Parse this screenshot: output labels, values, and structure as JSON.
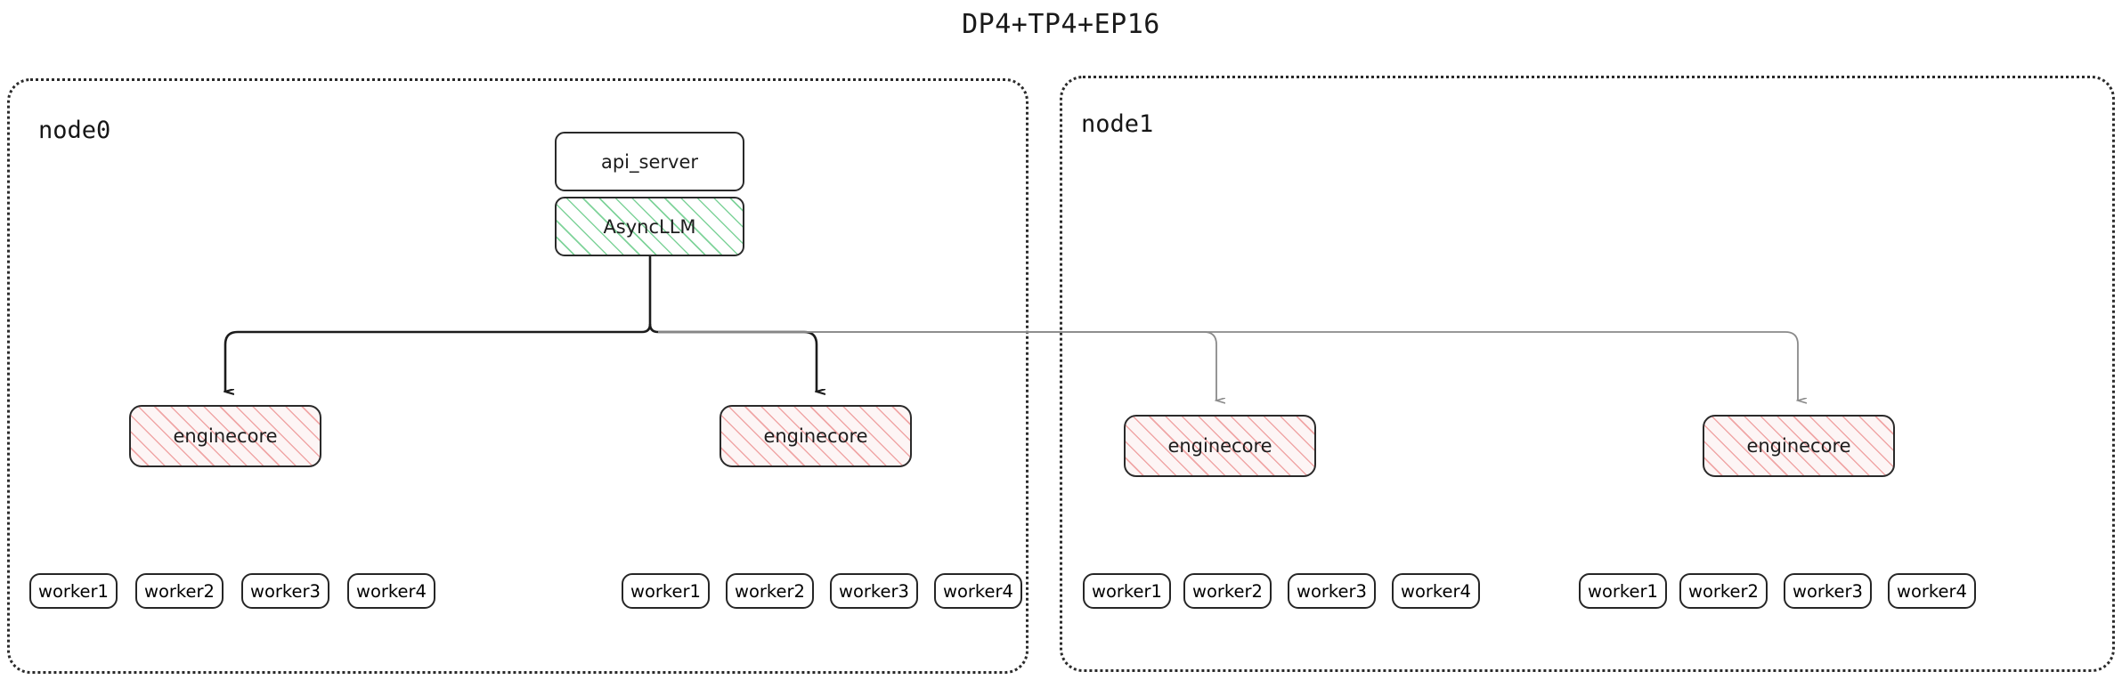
{
  "title": "DP4+TP4+EP16",
  "nodes": [
    {
      "label": "node0"
    },
    {
      "label": "node1"
    }
  ],
  "top_stack": {
    "api_server": "api_server",
    "async_llm": "AsyncLLM"
  },
  "engine_label": "enginecore",
  "engines": [
    {
      "node": "node0",
      "label": "enginecore"
    },
    {
      "node": "node0",
      "label": "enginecore"
    },
    {
      "node": "node1",
      "label": "enginecore"
    },
    {
      "node": "node1",
      "label": "enginecore"
    }
  ],
  "worker_groups": [
    {
      "node": "node0",
      "workers": [
        "worker1",
        "worker2",
        "worker3",
        "worker4"
      ]
    },
    {
      "node": "node0",
      "workers": [
        "worker1",
        "worker2",
        "worker3",
        "worker4"
      ]
    },
    {
      "node": "node1",
      "workers": [
        "worker1",
        "worker2",
        "worker3",
        "worker4"
      ]
    },
    {
      "node": "node1",
      "workers": [
        "worker1",
        "worker2",
        "worker3",
        "worker4"
      ]
    }
  ],
  "colors": {
    "border": "#2a2a2a",
    "hatch_green": "#7fd39a",
    "hatch_pink": "#f0a6a6",
    "edge_local": "#1c1c1c",
    "edge_remote": "#8a8a8a",
    "node_border": "#2b2b2b"
  }
}
